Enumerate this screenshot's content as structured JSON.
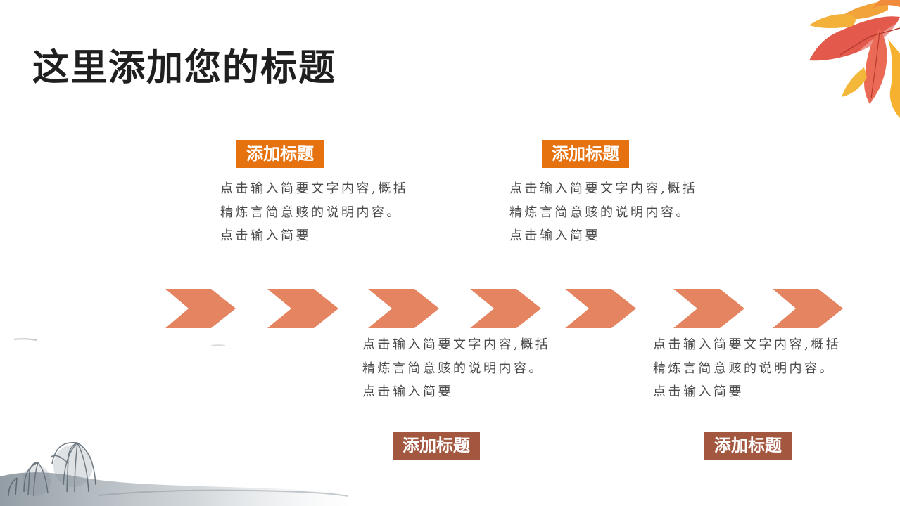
{
  "slide": {
    "title": "这里添加您的标题",
    "colors": {
      "accent_orange": "#e5720f",
      "accent_brown": "#a3573f",
      "arrow": "#e58461"
    }
  },
  "steps": [
    {
      "heading": "添加标题",
      "text": "点击输入简要文字内容,概括精炼言简意赅的说明内容。点击输入简要"
    },
    {
      "heading": "添加标题",
      "text": "点击输入简要文字内容,概括精炼言简意赅的说明内容。点击输入简要"
    },
    {
      "heading": "添加标题",
      "text": "点击输入简要文字内容,概括精炼言简意赅的说明内容。点击输入简要"
    },
    {
      "heading": "添加标题",
      "text": "点击输入简要文字内容,概括精炼言简意赅的说明内容。点击输入简要"
    }
  ],
  "decorations": {
    "top_right": "autumn-leaves-illustration",
    "bottom_left": "ink-wash-tree-landscape",
    "arrow_icon": "chevron-arrow-icon"
  }
}
